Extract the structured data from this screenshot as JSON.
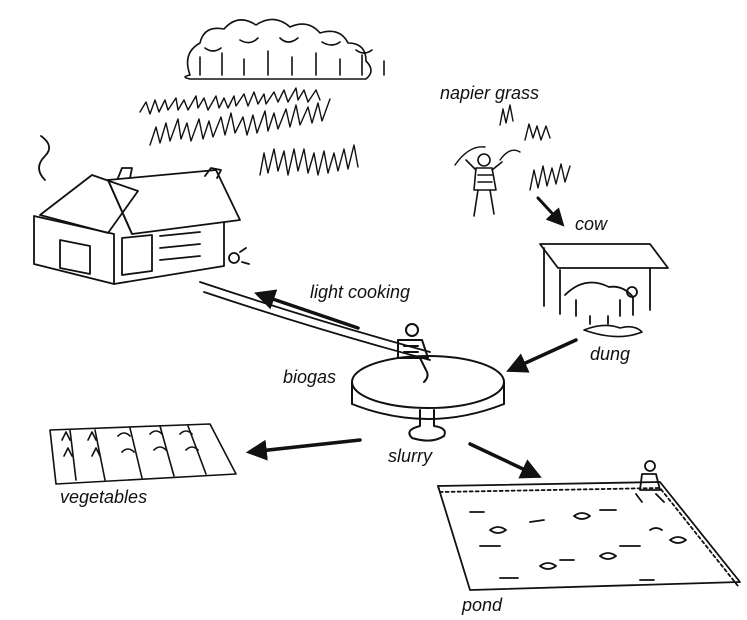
{
  "labels": {
    "napier_grass": "napier grass",
    "cow": "cow",
    "light_cooking": "light cooking",
    "dung": "dung",
    "biogas": "biogas",
    "slurry": "slurry",
    "vegetables": "vegetables",
    "pond": "pond"
  },
  "icons": [
    "trees",
    "grass",
    "farmer",
    "house",
    "cow-shed",
    "biogas-digester",
    "vegetable-beds",
    "fish-pond",
    "arrow"
  ],
  "colors": {
    "ink": "#111111",
    "paper": "#ffffff"
  }
}
